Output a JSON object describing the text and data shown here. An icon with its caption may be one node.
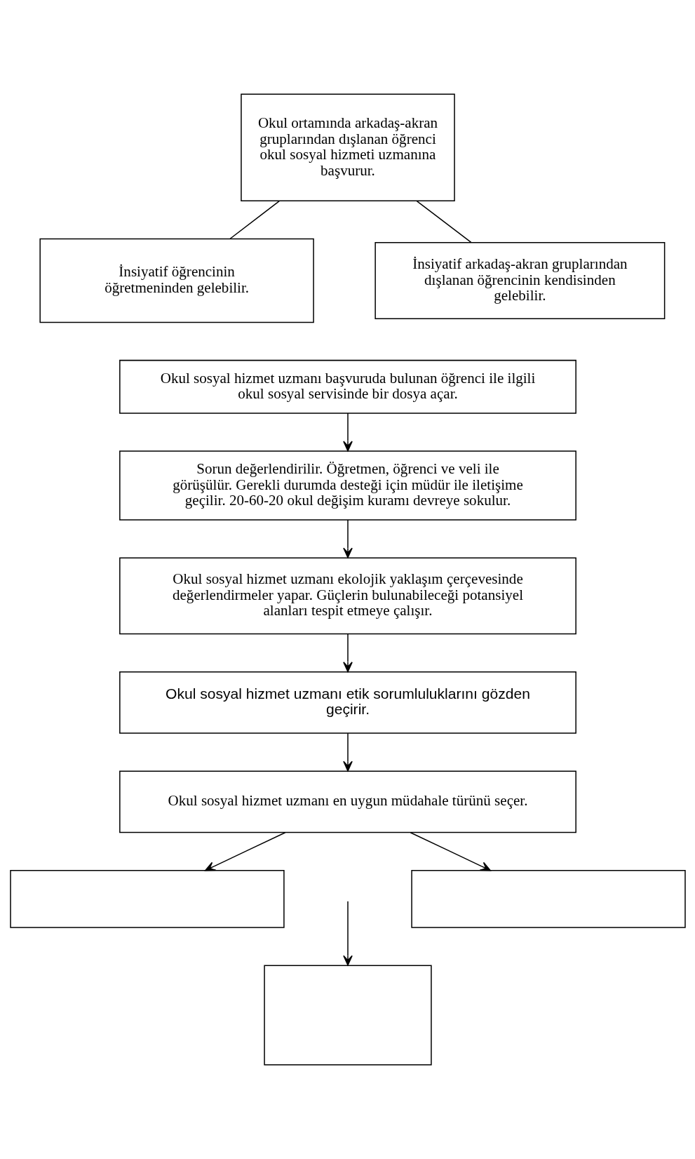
{
  "diagram": {
    "nodes": [
      {
        "text": [
          "Okul ortamında arkadaş-akran gruplarından dışlanan öğrenci okul sosyal hizmeti uzmanına başvurur."
        ]
      },
      {
        "text": [
          "İnsiyatif öğrencinin öğretmeninden gelebilir."
        ]
      },
      {
        "text": [
          "İnsiyatif arkadaş-akran gruplarından dışlanan öğrencinin kendisinden gelebilir."
        ]
      },
      {
        "text": [
          "Okul sosyal hizmet uzmanı başvuruda bulunan öğrenci ile ilgili okul sosyal servisinde bir dosya açar."
        ]
      },
      {
        "text": [
          "Sorun değerlendirilir. Öğretmen, öğrenci ve veli ile görüşülür. Gerekli durumda desteği için müdür ile iletişime geçilir. 20-60-20 okul değişim kuramı devreye sokulur."
        ]
      },
      {
        "text": [
          "Okul sosyal hizmet uzmanı ekolojik yaklaşım çerçevesinde değerlendirmeler yapar. Güçlerin bulunabileceği potansiyel alanları tespit etmeye çalışır."
        ]
      },
      {
        "text": [
          "Okul sosyal hizmet uzmanı etik sorumluluklarını gözden geçirir."
        ]
      },
      {
        "text": [
          "Okul sosyal hizmet uzmanı en uygun müdahale türünü seçer."
        ]
      },
      {
        "text": [],
        "shape": "box"
      },
      {
        "text": [],
        "shape": "box"
      },
      {
        "text": [],
        "shape": "box"
      }
    ],
    "edges": [
      {
        "from": 0,
        "to": 1,
        "arrow": "none"
      },
      {
        "from": 0,
        "to": 2,
        "arrow": "none"
      },
      {
        "from": 3,
        "to": 4,
        "arrow": "to"
      },
      {
        "from": 4,
        "to": 5,
        "arrow": "to"
      },
      {
        "from": 5,
        "to": 6,
        "arrow": "to"
      },
      {
        "from": 6,
        "to": 7,
        "arrow": "to"
      },
      {
        "from": 7,
        "to": 8,
        "arrow": "to"
      },
      {
        "from": 7,
        "to": 9,
        "arrow": "to"
      },
      {
        "from": null,
        "to": 10,
        "arrow": "to"
      }
    ]
  }
}
